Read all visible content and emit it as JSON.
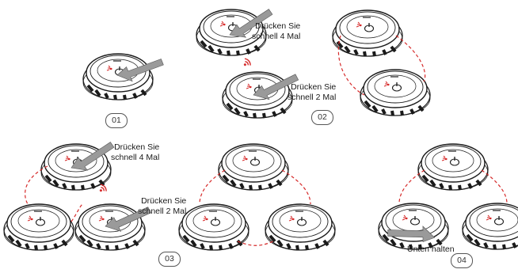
{
  "steps": [
    "01",
    "02",
    "03",
    "04"
  ],
  "labels": {
    "press4": [
      "Drücken Sie",
      "schnell 4 Mal"
    ],
    "press2": [
      "Drücken Sie",
      "schnell 2 Mal"
    ],
    "hold": "Unten halten"
  },
  "colors": {
    "line": "#1a1a1a",
    "link": "#d62a2a",
    "arrow": "#9a9a9a",
    "led": "#d62a2a"
  }
}
